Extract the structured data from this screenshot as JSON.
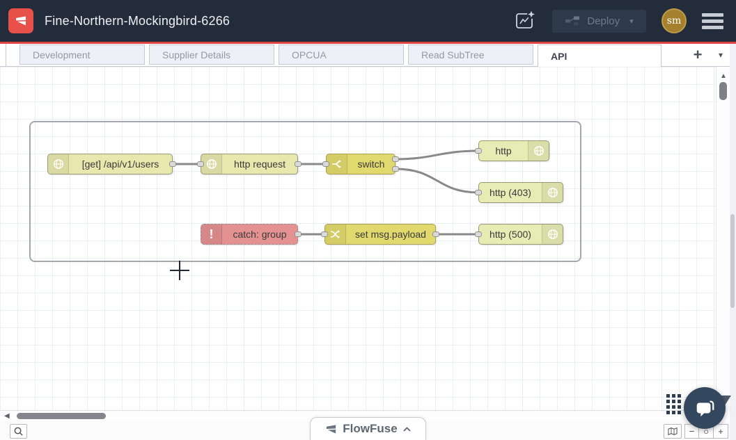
{
  "header": {
    "app_title": "Fine-Northern-Mockingbird-6266",
    "deploy": {
      "label": "Deploy",
      "caret": "▾",
      "state": "disabled"
    },
    "avatar": {
      "initials": "sm"
    }
  },
  "tabs": {
    "items": [
      {
        "label": "Development",
        "active": false
      },
      {
        "label": "Supplier Details",
        "active": false
      },
      {
        "label": "OPCUA",
        "active": false
      },
      {
        "label": "Read SubTree",
        "active": false
      },
      {
        "label": "API",
        "active": true
      }
    ],
    "add_button": "+",
    "menu_caret": "▾"
  },
  "flow": {
    "nodes": [
      {
        "id": "http-in",
        "type": "http in",
        "label": "[get] /api/v1/users",
        "icon": "globe-icon"
      },
      {
        "id": "http-req",
        "type": "http request",
        "label": "http request",
        "icon": "globe-icon"
      },
      {
        "id": "switch",
        "type": "switch",
        "label": "switch",
        "icon": "fork-icon",
        "outputs": 2
      },
      {
        "id": "http-out1",
        "type": "http response",
        "label": "http",
        "icon": "globe-icon"
      },
      {
        "id": "http-403",
        "type": "http response",
        "label": "http (403)",
        "icon": "globe-icon"
      },
      {
        "id": "catch",
        "type": "catch",
        "label": "catch: group",
        "icon": "exclamation-icon",
        "icon_glyph": "!"
      },
      {
        "id": "change",
        "type": "change",
        "label": "set msg.payload",
        "icon": "crossover-arrows-icon"
      },
      {
        "id": "http-500",
        "type": "http response",
        "label": "http (500)",
        "icon": "globe-icon"
      }
    ],
    "wires": [
      {
        "from": "http-in",
        "to": "http-req"
      },
      {
        "from": "http-req",
        "to": "switch"
      },
      {
        "from": "switch:1",
        "to": "http-out1"
      },
      {
        "from": "switch:2",
        "to": "http-403"
      },
      {
        "from": "catch",
        "to": "change"
      },
      {
        "from": "change",
        "to": "http-500"
      }
    ]
  },
  "scroll": {
    "up_arrow": "▲",
    "left_arrow": "◀"
  },
  "controls": {
    "minus": "−",
    "reset": "○",
    "plus": "+"
  },
  "footer": {
    "brand": "FlowFuse"
  },
  "colors": {
    "header_bg": "#232c3b",
    "accent_red": "#e14141",
    "node_yellow": "#e7e7ae",
    "node_pale_yellow": "#e7ecb4",
    "node_gold": "#e2d96e",
    "node_red": "#e49191",
    "wire": "#898989",
    "avatar_bg": "#a5802d",
    "chat_bg": "#33475e"
  }
}
